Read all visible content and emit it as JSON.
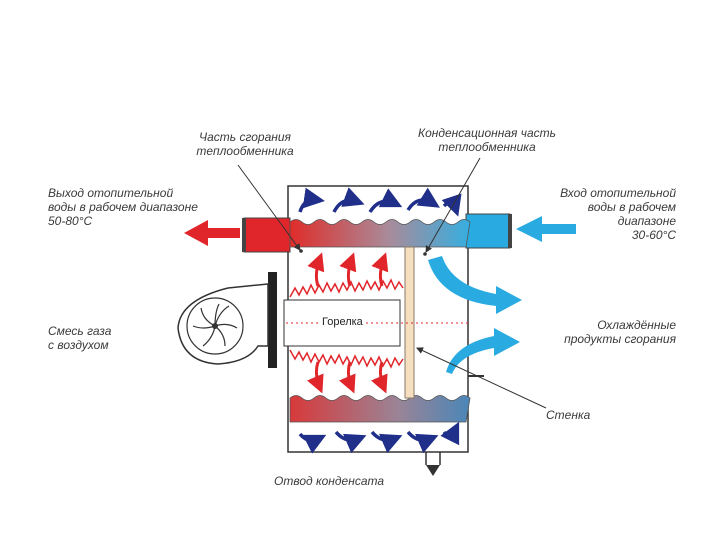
{
  "labels": {
    "combustion_part": [
      "Часть сгорания",
      "теплообменника"
    ],
    "condensing_part": [
      "Конденсационная часть",
      "теплообменника"
    ],
    "heating_water_out": [
      "Выход отопительной",
      "воды в рабочем диапазоне",
      "50-80°С"
    ],
    "heating_water_in": [
      "Вход отопительной",
      "воды в рабочем",
      "диапазоне",
      "30-60°С"
    ],
    "gas_air_mixture": [
      "Смесь газа",
      "с воздухом"
    ],
    "burner": "Горелка",
    "cooled_products": [
      "Охлаждённые",
      "продукты сгорания"
    ],
    "wall": "Стенка",
    "condensate_drain": "Отвод конденсата"
  },
  "colors": {
    "hot_red": "#e0262b",
    "cold_blue": "#29abe2",
    "arrow_navy": "#1f2f8a",
    "wall_fill": "#f6dfc0",
    "outline": "#333333"
  }
}
